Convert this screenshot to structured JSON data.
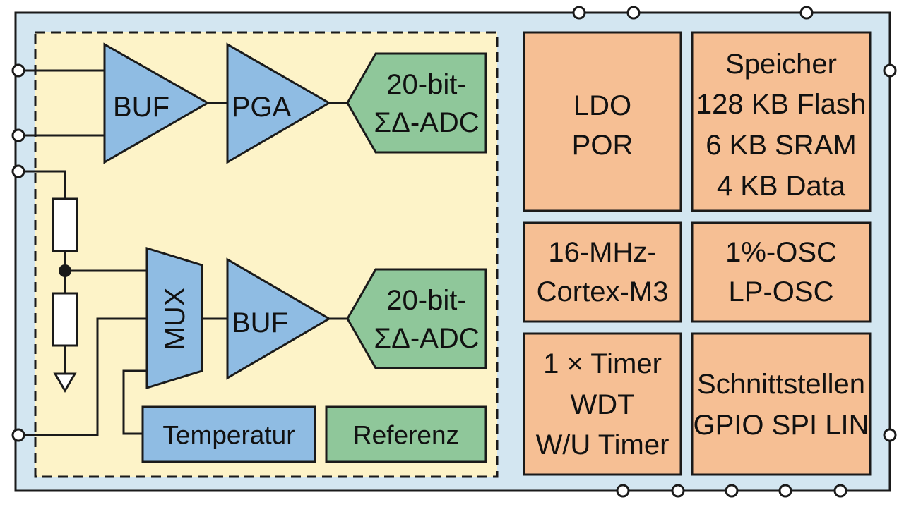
{
  "colors": {
    "chip_background": "#d3e6f1",
    "analog_region": "#fdf3c8",
    "amplifier_blue": "#8fbce3",
    "adc_green": "#8fc79a",
    "digital_orange": "#f6bf94",
    "outline": "#1a1a1a"
  },
  "analog": {
    "buf_top": "BUF",
    "pga": "PGA",
    "adc_top": [
      "20-bit-",
      "ΣΔ-ADC"
    ],
    "mux": "MUX",
    "buf_bottom": "BUF",
    "adc_bottom": [
      "20-bit-",
      "ΣΔ-ADC"
    ],
    "temperatur": "Temperatur",
    "referenz": "Referenz"
  },
  "digital": {
    "ldo": [
      "LDO",
      "POR"
    ],
    "speicher": [
      "Speicher",
      "128 KB Flash",
      "6 KB SRAM",
      "4 KB Data"
    ],
    "cpu": [
      "16-MHz-",
      "Cortex-M3"
    ],
    "osc": [
      "1%-OSC",
      "LP-OSC"
    ],
    "timer": [
      "1 × Timer",
      "WDT",
      "W/U Timer"
    ],
    "interfaces": [
      "Schnittstellen",
      "GPIO SPI LIN"
    ]
  },
  "icons": {
    "pins": "pin-circle-icon",
    "resistor": "resistor-icon",
    "ground": "ground-icon"
  }
}
